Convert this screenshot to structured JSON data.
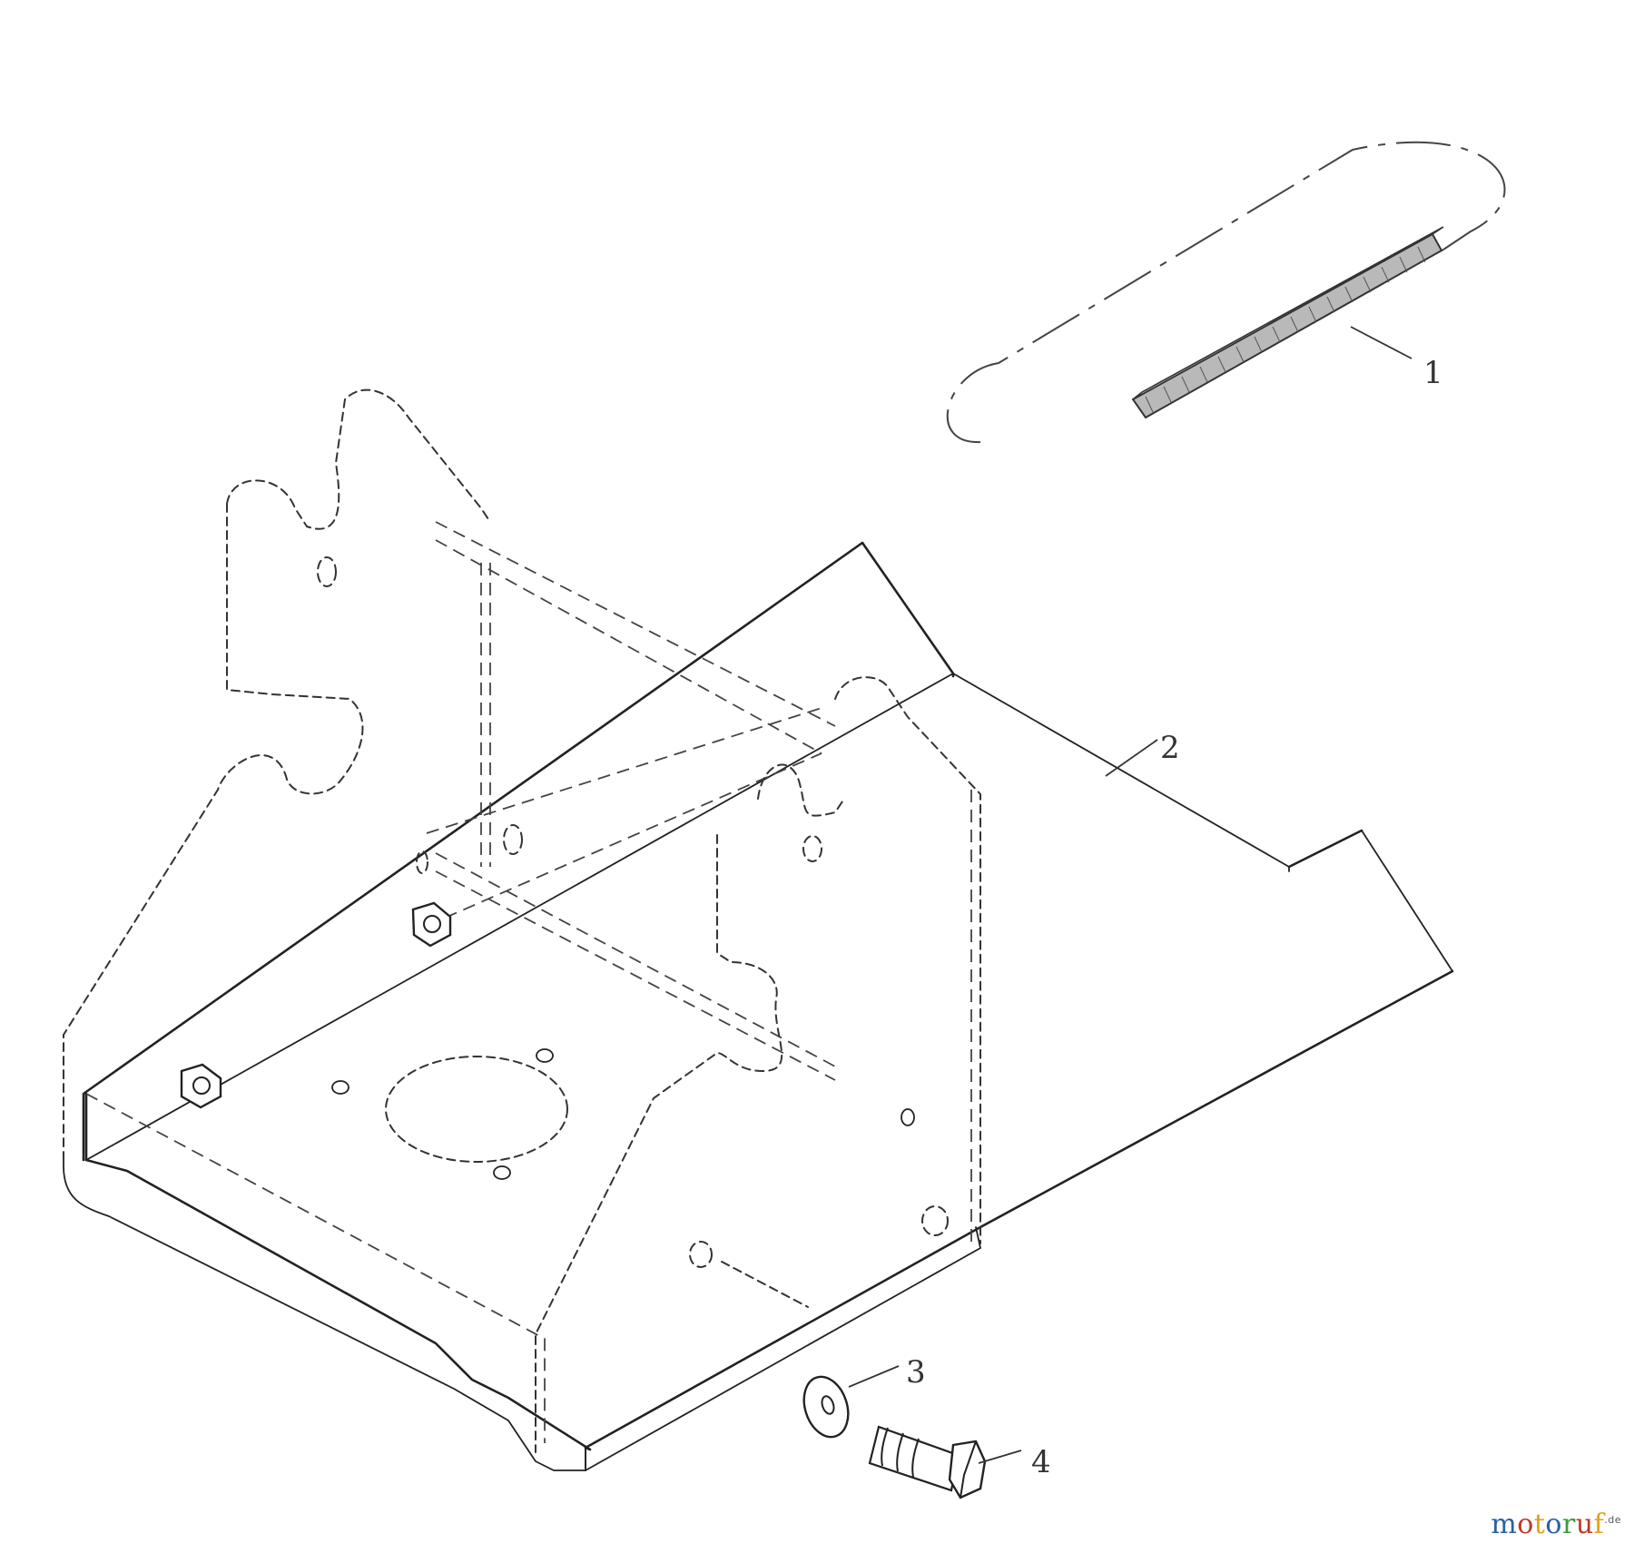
{
  "callouts": [
    {
      "id": "1",
      "label": "1"
    },
    {
      "id": "2",
      "label": "2"
    },
    {
      "id": "3",
      "label": "3"
    },
    {
      "id": "4",
      "label": "4"
    }
  ],
  "watermark": {
    "letters": [
      "m",
      "o",
      "t",
      "o",
      "r",
      "u",
      "f"
    ],
    "letter_colors": [
      "#2a5ea8",
      "#c0392b",
      "#e0a21b",
      "#2a5ea8",
      "#3c9a3c",
      "#c0392b",
      "#e0a21b"
    ],
    "suffix": ".de"
  }
}
